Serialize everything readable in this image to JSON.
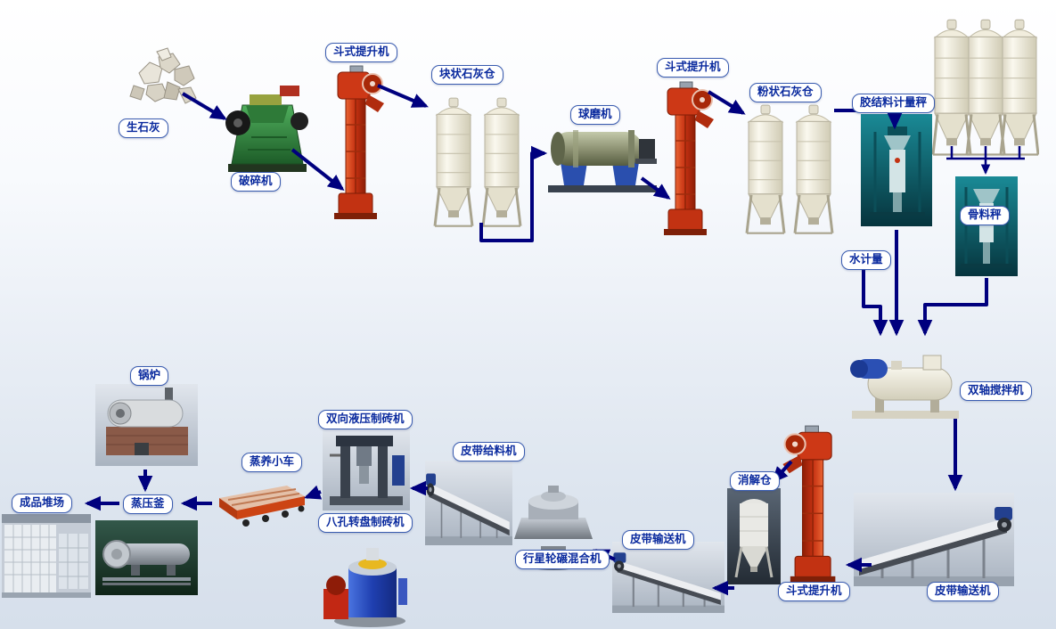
{
  "palette": {
    "background_top": "#ffffff",
    "background_bottom": "#d6dfeb",
    "arrow_color": "#00007e",
    "label_border": "#3a5cb0",
    "label_text": "#0a2a9e",
    "label_background": "#ffffff"
  },
  "diagram": {
    "type": "process-flow",
    "nodes": {
      "quicklime": "生石灰",
      "crusher": "破碎机",
      "bucket_elevator_1": "斗式提升机",
      "lump_lime_silo": "块状石灰仓",
      "ball_mill": "球磨机",
      "bucket_elevator_2": "斗式提升机",
      "powder_lime_silo": "粉状石灰仓",
      "binder_scale": "胶结料计量秤",
      "aggregate_scale": "骨料秤",
      "water_meter": "水计量",
      "twin_shaft_mixer": "双轴搅拌机",
      "belt_conveyor_right": "皮带输送机",
      "bucket_elevator_3": "斗式提升机",
      "digestion_silo": "消解仓",
      "belt_conveyor_mid": "皮带输送机",
      "planetary_mixer": "行星轮碾混合机",
      "belt_feeder": "皮带给料机",
      "hydraulic_press": "双向液压制砖机",
      "rotary_press": "八孔转盘制砖机",
      "steam_cart": "蒸养小车",
      "autoclave": "蒸压釜",
      "boiler": "锅炉",
      "product_yard": "成品堆场"
    },
    "flow": [
      {
        "from": "quicklime",
        "to": "crusher"
      },
      {
        "from": "crusher",
        "to": "bucket_elevator_1"
      },
      {
        "from": "bucket_elevator_1",
        "to": "lump_lime_silo"
      },
      {
        "from": "lump_lime_silo",
        "to": "ball_mill"
      },
      {
        "from": "ball_mill",
        "to": "bucket_elevator_2"
      },
      {
        "from": "bucket_elevator_2",
        "to": "powder_lime_silo"
      },
      {
        "from": "powder_lime_silo",
        "to": "binder_scale"
      },
      {
        "from": "binder_scale",
        "to": "twin_shaft_mixer"
      },
      {
        "from": "aggregate_silos",
        "to": "aggregate_scale"
      },
      {
        "from": "aggregate_scale",
        "to": "twin_shaft_mixer"
      },
      {
        "from": "water_meter",
        "to": "twin_shaft_mixer"
      },
      {
        "from": "twin_shaft_mixer",
        "to": "belt_conveyor_right"
      },
      {
        "from": "belt_conveyor_right",
        "to": "bucket_elevator_3"
      },
      {
        "from": "bucket_elevator_3",
        "to": "digestion_silo"
      },
      {
        "from": "digestion_silo",
        "to": "belt_conveyor_mid"
      },
      {
        "from": "belt_conveyor_mid",
        "to": "planetary_mixer"
      },
      {
        "from": "belt_feeder",
        "to": "brick_presses"
      },
      {
        "from": "brick_presses",
        "to": "steam_cart"
      },
      {
        "from": "steam_cart",
        "to": "autoclave"
      },
      {
        "from": "autoclave",
        "to": "product_yard"
      },
      {
        "from": "boiler",
        "to": "autoclave"
      }
    ]
  }
}
